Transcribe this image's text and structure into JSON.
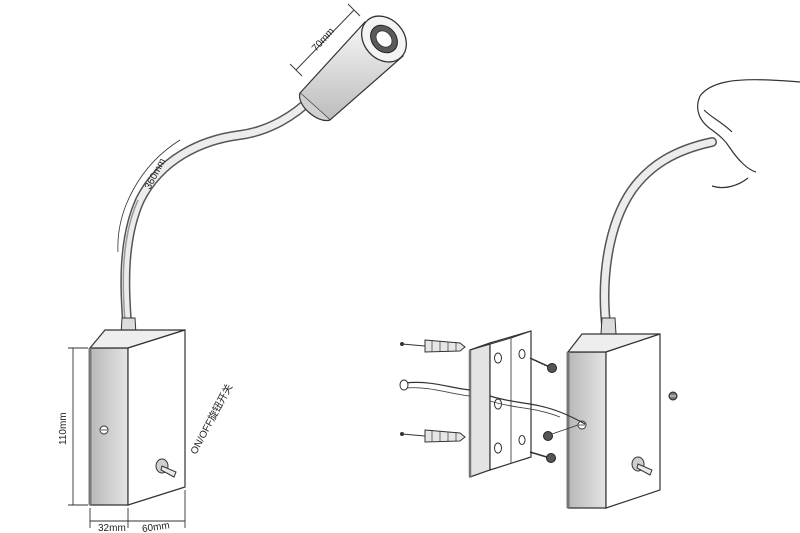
{
  "labels": {
    "head_length": "70mm",
    "arm_length": "360mm",
    "box_height": "110mm",
    "box_depth": "32mm",
    "box_width": "60mm",
    "switch": "ON/OFF旋钮开关"
  },
  "colors": {
    "line": "#333333",
    "box_face": "#ffffff",
    "box_side": "#d8d8d8",
    "box_top": "#ededed",
    "anchor_fill": "#e6e6e6"
  },
  "icons": [
    "screw-icon",
    "wall-anchor-icon",
    "toggle-switch-icon",
    "hand-icon"
  ]
}
